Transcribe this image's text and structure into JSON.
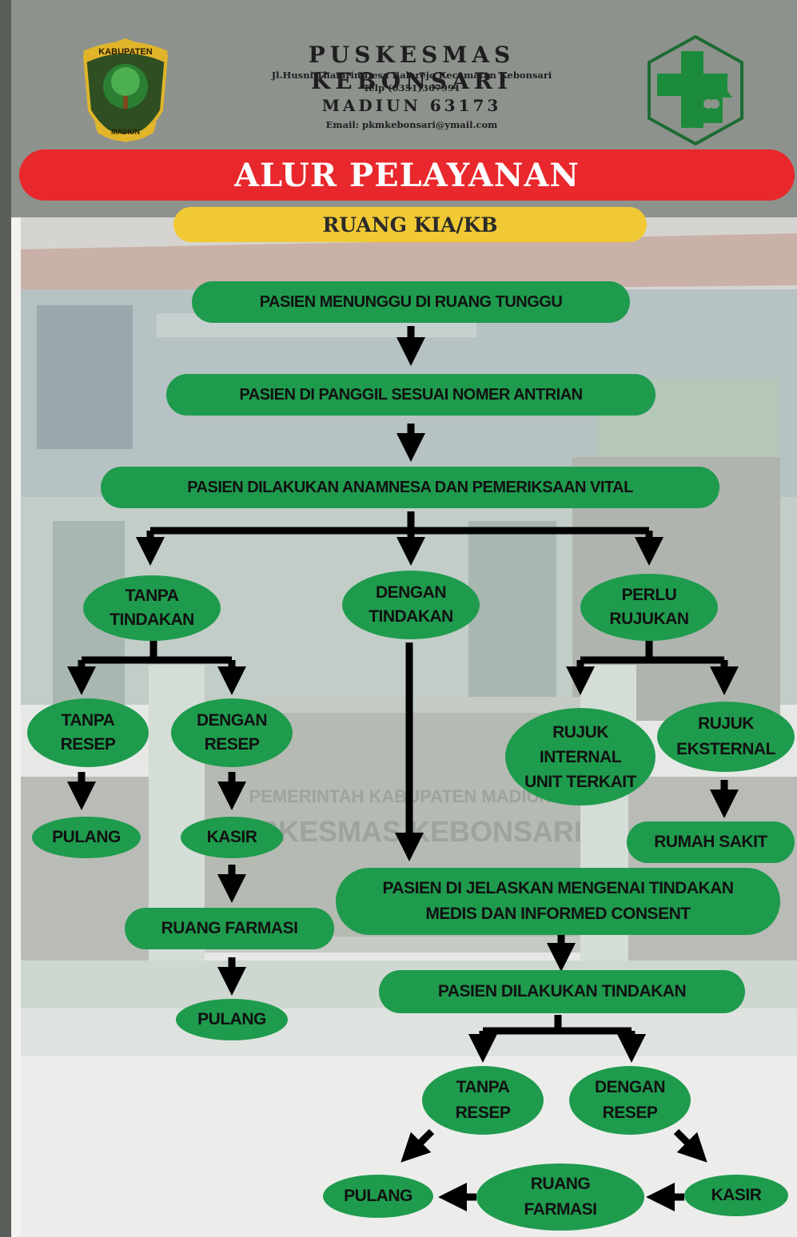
{
  "header": {
    "title": "PUSKESMAS KEBONSARI",
    "address": "Jl.Husni Thamrin Desa Balerejo Kecamatan Kebonsari",
    "phone": "Telp (0351)367991",
    "city": "MADIUN 63173",
    "email": "Email: pkmkebonsari@ymail.com",
    "left_logo_text_top": "KABUPATEN",
    "left_logo_text_bottom": "MADIUN"
  },
  "banner": {
    "title": "ALUR PELAYANAN",
    "subtitle": "RUANG KIA/KB"
  },
  "background_sign": {
    "line1": "PEMERINTAH KABUPATEN MADIUN",
    "line2": "PUSKESMAS KEBONSARI"
  },
  "nodes": {
    "waiting": "PASIEN MENUNGGU DI RUANG TUNGGU",
    "called": "PASIEN DI PANGGIL SESUAI NOMER ANTRIAN",
    "anamnesis": "PASIEN DILAKUKAN ANAMNESA DAN PEMERIKSAAN VITAL",
    "no_action": "TANPA\nTINDAKAN",
    "with_action": "DENGAN\nTINDAKAN",
    "need_referral": "PERLU\nRUJUKAN",
    "no_rx_left": "TANPA\nRESEP",
    "with_rx_left": "DENGAN\nRESEP",
    "home_left": "PULANG",
    "cashier_left": "KASIR",
    "pharmacy_left": "RUANG FARMASI",
    "home_left_2": "PULANG",
    "refer_internal": "RUJUK\nINTERNAL\nUNIT TERKAIT",
    "refer_external": "RUJUK\nEKSTERNAL",
    "hospital": "RUMAH SAKIT",
    "informed_consent": "PASIEN DI JELASKAN MENGENAI TINDAKAN\nMEDIS DAN INFORMED CONSENT",
    "procedure": "PASIEN DILAKUKAN TINDAKAN",
    "no_rx_right": "TANPA\nRESEP",
    "with_rx_right": "DENGAN\nRESEP",
    "home_right": "PULANG",
    "pharmacy_right": "RUANG\nFARMASI",
    "cashier_right": "KASIR"
  },
  "colors": {
    "header_bg": "#8d928d",
    "banner_red": "#e8282c",
    "subbanner_yellow": "#f0c934",
    "node_green": "#1f9b4e",
    "logo_green": "#1c8c3c",
    "arrow": "#000000"
  }
}
